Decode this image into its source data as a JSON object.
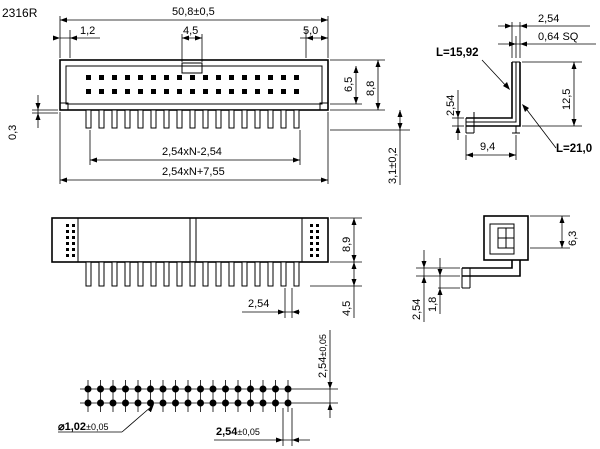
{
  "part_code": "2316R",
  "dims": {
    "overall_width": "50,8±0,5",
    "pitch_offset": "1,2",
    "key_width": "4,5",
    "end_width": "5,0",
    "height_inner": "6,5",
    "height_outer": "8,8",
    "standoff": "0,3",
    "pin_span": "2,54xN-2,54",
    "body_span": "2,54xN+7,55",
    "pin_length": "3,1±0,2",
    "side_pitch": "2,54",
    "pin_square": "0,64 SQ",
    "lead_short": "L=15,92",
    "lead_long": "L=21,0",
    "side_pin_pitch": "2,54",
    "side_height": "12,5",
    "side_depth": "9,4",
    "front_height": "8,9",
    "front_pin_len": "4,5",
    "front_pitch": "2,54",
    "end_height": "6,3",
    "end_pitch": "2,54",
    "end_offset": "1,8",
    "hole_row_pitch": "2,54",
    "hole_row_tol": "±0,05",
    "hole_dia": "⌀1,02",
    "hole_dia_tol": "±0,05",
    "hole_col_pitch": "2,54",
    "hole_col_tol": "±0,05"
  }
}
